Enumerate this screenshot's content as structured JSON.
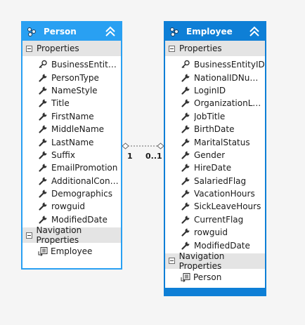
{
  "person": {
    "title": "Person",
    "properties_header": "Properties",
    "properties": [
      {
        "name": "BusinessEntityID",
        "icon": "key-icon"
      },
      {
        "name": "PersonType",
        "icon": "wrench-icon"
      },
      {
        "name": "NameStyle",
        "icon": "wrench-icon"
      },
      {
        "name": "Title",
        "icon": "wrench-icon"
      },
      {
        "name": "FirstName",
        "icon": "wrench-icon"
      },
      {
        "name": "MiddleName",
        "icon": "wrench-icon"
      },
      {
        "name": "LastName",
        "icon": "wrench-icon"
      },
      {
        "name": "Suffix",
        "icon": "wrench-icon"
      },
      {
        "name": "EmailPromotion",
        "icon": "wrench-icon"
      },
      {
        "name": "AdditionalConta...",
        "icon": "wrench-icon"
      },
      {
        "name": "Demographics",
        "icon": "wrench-icon"
      },
      {
        "name": "rowguid",
        "icon": "wrench-icon"
      },
      {
        "name": "ModifiedDate",
        "icon": "wrench-icon"
      }
    ],
    "nav_header": "Navigation Properties",
    "nav_properties": [
      "Employee"
    ],
    "color": "#29a0f2"
  },
  "employee": {
    "title": "Employee",
    "properties_header": "Properties",
    "properties": [
      {
        "name": "BusinessEntityID",
        "icon": "key-icon"
      },
      {
        "name": "NationalIDNum...",
        "icon": "wrench-icon"
      },
      {
        "name": "LoginID",
        "icon": "wrench-icon"
      },
      {
        "name": "OrganizationLevel",
        "icon": "wrench-icon"
      },
      {
        "name": "JobTitle",
        "icon": "wrench-icon"
      },
      {
        "name": "BirthDate",
        "icon": "wrench-icon"
      },
      {
        "name": "MaritalStatus",
        "icon": "wrench-icon"
      },
      {
        "name": "Gender",
        "icon": "wrench-icon"
      },
      {
        "name": "HireDate",
        "icon": "wrench-icon"
      },
      {
        "name": "SalariedFlag",
        "icon": "wrench-icon"
      },
      {
        "name": "VacationHours",
        "icon": "wrench-icon"
      },
      {
        "name": "SickLeaveHours",
        "icon": "wrench-icon"
      },
      {
        "name": "CurrentFlag",
        "icon": "wrench-icon"
      },
      {
        "name": "rowguid",
        "icon": "wrench-icon"
      },
      {
        "name": "ModifiedDate",
        "icon": "wrench-icon"
      }
    ],
    "nav_header": "Navigation Properties",
    "nav_properties": [
      "Person"
    ],
    "color": "#0e7fd6"
  },
  "association": {
    "multiplicity_left": "1",
    "multiplicity_right": "0..1"
  }
}
